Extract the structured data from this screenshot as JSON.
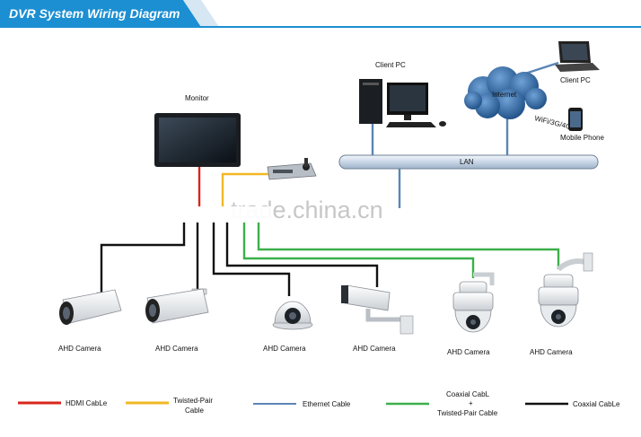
{
  "header": {
    "title": "DVR System Wiring Diagram"
  },
  "labels": {
    "monitor": "Monitor",
    "client_pc_top": "Client PC",
    "client_pc_right": "Client PC",
    "internet": "Internet",
    "wifi": "WiFi/3G/4G",
    "mobile_phone": "Mobile Phone",
    "bus": "LAN"
  },
  "cameras": [
    "AHD Camera",
    "AHD Camera",
    "AHD Camera",
    "AHD Camera",
    "AHD Camera",
    "AHD Camera"
  ],
  "watermark": "trade.china.cn",
  "legend": [
    {
      "lines": [
        "HDMI CabLe"
      ],
      "color": "#d9261c"
    },
    {
      "lines": [
        "Twisted-Pair",
        "Cable"
      ],
      "color": "#f2b824"
    },
    {
      "lines": [
        "Ethernet Cable"
      ],
      "color": "#5b86b5"
    },
    {
      "lines": [
        "Coaxial CabL",
        "+",
        "Twisted-Pair Cable"
      ],
      "color": "#3bb04a"
    },
    {
      "lines": [
        "Coaxial CabLe"
      ],
      "color": "#111111"
    }
  ],
  "colors": {
    "header": "#1c8fd3",
    "hdmi": "#d9261c",
    "twisted": "#f2b824",
    "ethernet": "#5b86b5",
    "coax_twisted": "#3bb04a",
    "coax": "#111111"
  }
}
